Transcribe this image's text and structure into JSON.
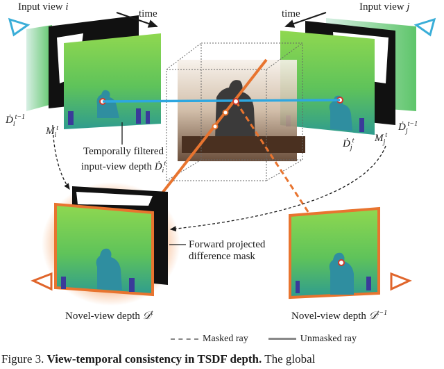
{
  "labels": {
    "input_view_i": "Input view",
    "input_view_i_var": "i",
    "input_view_j": "Input view",
    "input_view_j_var": "j",
    "time_left": "time",
    "time_right": "time",
    "d_i_prev": "Ḋ",
    "d_i_prev_sub": "i",
    "d_i_prev_sup": "t−1",
    "m_i": "M",
    "m_i_sub": "i",
    "m_i_sup": "t",
    "d_j": "Ḋ",
    "d_j_sub": "j",
    "d_j_sup": "t",
    "m_j": "M",
    "m_j_sub": "j",
    "m_j_sup": "t",
    "d_j_prev": "Ḋ",
    "d_j_prev_sub": "j",
    "d_j_prev_sup": "t−1",
    "filtered_line1": "Temporally filtered",
    "filtered_line2": "input-view depth",
    "filtered_sym": "Ḋ",
    "filtered_sub": "i",
    "filtered_sup": "t",
    "forward_line1": "Forward projected",
    "forward_line2": "difference mask",
    "novel_left": "Novel-view depth",
    "novel_left_sym": "𝒟",
    "novel_left_sup": "t",
    "novel_right": "Novel-view depth",
    "novel_right_sym": "𝒟",
    "novel_right_sup": "t−1"
  },
  "legend": {
    "masked": "Masked ray",
    "unmasked": "Unmasked ray"
  },
  "caption": {
    "prefix": "Figure 3.",
    "bold": "View-temporal consistency in TSDF depth.",
    "rest": "The global"
  },
  "colors": {
    "ray_orange": "#e8742f",
    "ray_blue": "#2ea7e0",
    "camera_cyan": "#3aaed8",
    "camera_orange": "#e0652b",
    "depth_green": "#7ccf47",
    "depth_teal": "#35a18c",
    "depth_blue": "#3a3a9a"
  }
}
